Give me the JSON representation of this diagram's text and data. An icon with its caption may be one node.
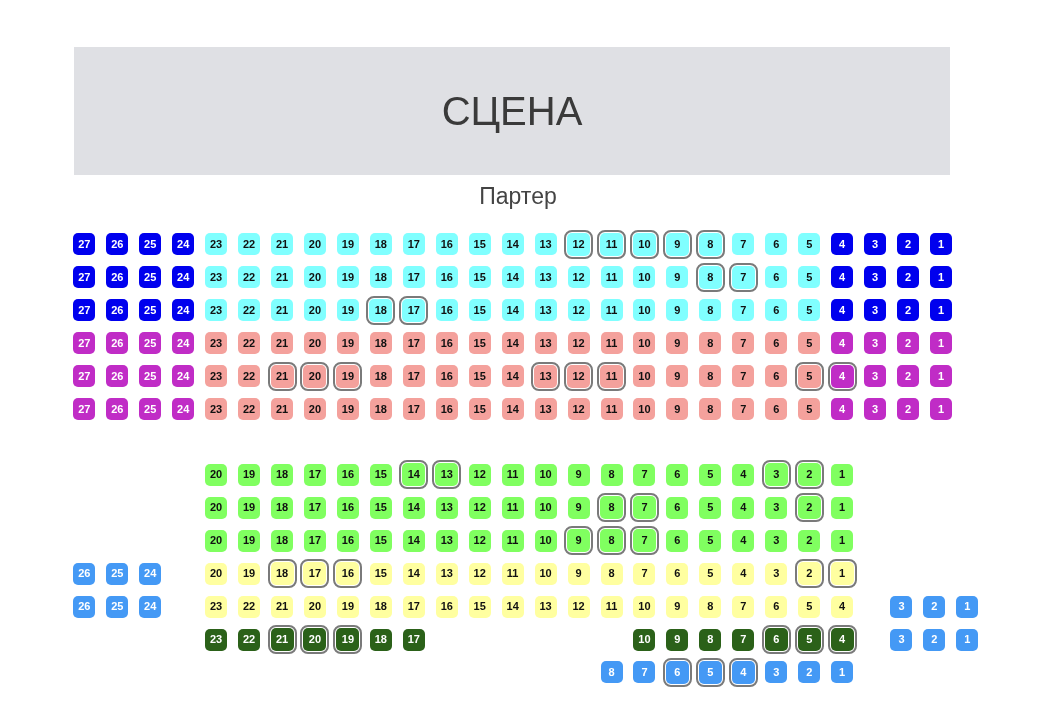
{
  "diagram": {
    "nodes": [
      {
        "text": [
          "СЦЕНА"
        ]
      },
      {
        "text": [
          "27"
        ]
      },
      {
        "text": [
          "26"
        ]
      },
      {
        "text": [
          "25"
        ]
      },
      {
        "text": [
          "24"
        ]
      },
      {
        "text": [
          "23"
        ]
      },
      {
        "text": [
          "22"
        ]
      },
      {
        "text": [
          "21"
        ]
      },
      {
        "text": [
          "20"
        ]
      },
      {
        "text": [
          "19"
        ]
      },
      {
        "text": [
          "18"
        ]
      },
      {
        "text": [
          "17"
        ]
      },
      {
        "text": [
          "16"
        ]
      },
      {
        "text": [
          "15"
        ]
      },
      {
        "text": [
          "14"
        ]
      },
      {
        "text": [
          "13"
        ]
      },
      {
        "text": [
          "12"
        ]
      },
      {
        "text": [
          "11"
        ]
      },
      {
        "text": [
          "10"
        ]
      },
      {
        "text": [
          "9"
        ]
      },
      {
        "text": [
          "8"
        ]
      },
      {
        "text": [
          "7"
        ]
      },
      {
        "text": [
          "6"
        ]
      },
      {
        "text": [
          "5"
        ]
      },
      {
        "text": [
          "4"
        ]
      },
      {
        "text": [
          "3"
        ]
      },
      {
        "text": [
          "2"
        ]
      },
      {
        "text": [
          "1"
        ]
      },
      {
        "text": [
          "27"
        ]
      },
      {
        "text": [
          "26"
        ]
      },
      {
        "text": [
          "25"
        ]
      },
      {
        "text": [
          "24"
        ]
      },
      {
        "text": [
          "23"
        ]
      },
      {
        "text": [
          "22"
        ]
      },
      {
        "text": [
          "21"
        ]
      },
      {
        "text": [
          "20"
        ]
      },
      {
        "text": [
          "19"
        ]
      },
      {
        "text": [
          "18"
        ]
      },
      {
        "text": [
          "17"
        ]
      },
      {
        "text": [
          "16"
        ]
      },
      {
        "text": [
          "15"
        ]
      },
      {
        "text": [
          "14"
        ]
      },
      {
        "text": [
          "13"
        ]
      },
      {
        "text": [
          "12"
        ]
      },
      {
        "text": [
          "11"
        ]
      },
      {
        "text": [
          "10"
        ]
      },
      {
        "text": [
          "9"
        ]
      },
      {
        "text": [
          "8"
        ]
      },
      {
        "text": [
          "7"
        ]
      },
      {
        "text": [
          "6"
        ]
      },
      {
        "text": [
          "5"
        ]
      },
      {
        "text": [
          "4"
        ]
      },
      {
        "text": [
          "3"
        ]
      },
      {
        "text": [
          "2"
        ]
      },
      {
        "text": [
          "1"
        ]
      },
      {
        "text": [
          "27"
        ]
      },
      {
        "text": [
          "26"
        ]
      },
      {
        "text": [
          "25"
        ]
      },
      {
        "text": [
          "24"
        ]
      },
      {
        "text": [
          "23"
        ]
      },
      {
        "text": [
          "22"
        ]
      },
      {
        "text": [
          "21"
        ]
      },
      {
        "text": [
          "20"
        ]
      },
      {
        "text": [
          "19"
        ]
      },
      {
        "text": [
          "18"
        ]
      },
      {
        "text": [
          "17"
        ]
      },
      {
        "text": [
          "16"
        ]
      },
      {
        "text": [
          "15"
        ]
      },
      {
        "text": [
          "14"
        ]
      },
      {
        "text": [
          "13"
        ]
      },
      {
        "text": [
          "12"
        ]
      },
      {
        "text": [
          "11"
        ]
      },
      {
        "text": [
          "10"
        ]
      },
      {
        "text": [
          "9"
        ]
      },
      {
        "text": [
          "8"
        ]
      },
      {
        "text": [
          "7"
        ]
      },
      {
        "text": [
          "6"
        ]
      },
      {
        "text": [
          "5"
        ]
      },
      {
        "text": [
          "4"
        ]
      },
      {
        "text": [
          "3"
        ]
      },
      {
        "text": [
          "2"
        ]
      },
      {
        "text": [
          "1"
        ]
      },
      {
        "text": [
          "27"
        ]
      },
      {
        "text": [
          "26"
        ]
      },
      {
        "text": [
          "25"
        ]
      },
      {
        "text": [
          "24"
        ]
      },
      {
        "text": [
          "23"
        ]
      },
      {
        "text": [
          "22"
        ]
      },
      {
        "text": [
          "21"
        ]
      },
      {
        "text": [
          "20"
        ]
      },
      {
        "text": [
          "19"
        ]
      },
      {
        "text": [
          "18"
        ]
      },
      {
        "text": [
          "17"
        ]
      },
      {
        "text": [
          "16"
        ]
      },
      {
        "text": [
          "15"
        ]
      },
      {
        "text": [
          "14"
        ]
      },
      {
        "text": [
          "13"
        ]
      },
      {
        "text": [
          "12"
        ]
      },
      {
        "text": [
          "11"
        ]
      },
      {
        "text": [
          "10"
        ]
      },
      {
        "text": [
          "9"
        ]
      },
      {
        "text": [
          "8"
        ]
      },
      {
        "text": [
          "7"
        ]
      },
      {
        "text": [
          "6"
        ]
      },
      {
        "text": [
          "5"
        ]
      },
      {
        "text": [
          "4"
        ]
      },
      {
        "text": [
          "3"
        ]
      },
      {
        "text": [
          "2"
        ]
      },
      {
        "text": [
          "1"
        ]
      },
      {
        "text": [
          "27"
        ]
      },
      {
        "text": [
          "26"
        ]
      },
      {
        "text": [
          "25"
        ]
      },
      {
        "text": [
          "24"
        ]
      },
      {
        "text": [
          "23"
        ]
      },
      {
        "text": [
          "22"
        ]
      },
      {
        "text": [
          "21"
        ]
      },
      {
        "text": [
          "20"
        ]
      },
      {
        "text": [
          "19"
        ]
      },
      {
        "text": [
          "18"
        ]
      },
      {
        "text": [
          "17"
        ]
      },
      {
        "text": [
          "16"
        ]
      },
      {
        "text": [
          "15"
        ]
      },
      {
        "text": [
          "14"
        ]
      },
      {
        "text": [
          "13"
        ]
      },
      {
        "text": [
          "12"
        ]
      },
      {
        "text": [
          "11"
        ]
      },
      {
        "text": [
          "10"
        ]
      },
      {
        "text": [
          "9"
        ]
      },
      {
        "text": [
          "8"
        ]
      },
      {
        "text": [
          "7"
        ]
      },
      {
        "text": [
          "6"
        ]
      },
      {
        "text": [
          "5"
        ]
      },
      {
        "text": [
          "4"
        ]
      },
      {
        "text": [
          "3"
        ]
      },
      {
        "text": [
          "2"
        ]
      },
      {
        "text": [
          "1"
        ]
      },
      {
        "text": [
          "27"
        ]
      },
      {
        "text": [
          "26"
        ]
      },
      {
        "text": [
          "25"
        ]
      },
      {
        "text": [
          "24"
        ]
      },
      {
        "text": [
          "23"
        ]
      },
      {
        "text": [
          "22"
        ]
      },
      {
        "text": [
          "21"
        ]
      },
      {
        "text": [
          "20"
        ]
      },
      {
        "text": [
          "19"
        ]
      },
      {
        "text": [
          "18"
        ]
      },
      {
        "text": [
          "17"
        ]
      },
      {
        "text": [
          "16"
        ]
      },
      {
        "text": [
          "15"
        ]
      },
      {
        "text": [
          "14"
        ]
      },
      {
        "text": [
          "13"
        ]
      },
      {
        "text": [
          "12"
        ]
      },
      {
        "text": [
          "11"
        ]
      },
      {
        "text": [
          "10"
        ]
      },
      {
        "text": [
          "9"
        ]
      },
      {
        "text": [
          "8"
        ]
      },
      {
        "text": [
          "7"
        ]
      },
      {
        "text": [
          "6"
        ]
      },
      {
        "text": [
          "5"
        ]
      },
      {
        "text": [
          "4"
        ]
      },
      {
        "text": [
          "3"
        ]
      },
      {
        "text": [
          "2"
        ]
      },
      {
        "text": [
          "1"
        ]
      },
      {
        "text": [
          "20"
        ]
      },
      {
        "text": [
          "19"
        ]
      },
      {
        "text": [
          "18"
        ]
      },
      {
        "text": [
          "17"
        ]
      },
      {
        "text": [
          "16"
        ]
      },
      {
        "text": [
          "15"
        ]
      },
      {
        "text": [
          "14"
        ]
      },
      {
        "text": [
          "13"
        ]
      },
      {
        "text": [
          "12"
        ]
      },
      {
        "text": [
          "11"
        ]
      },
      {
        "text": [
          "10"
        ]
      },
      {
        "text": [
          "9"
        ]
      },
      {
        "text": [
          "8"
        ]
      },
      {
        "text": [
          "7"
        ]
      },
      {
        "text": [
          "6"
        ]
      },
      {
        "text": [
          "5"
        ]
      },
      {
        "text": [
          "4"
        ]
      },
      {
        "text": [
          "3"
        ]
      },
      {
        "text": [
          "2"
        ]
      },
      {
        "text": [
          "1"
        ]
      },
      {
        "text": [
          "20"
        ]
      },
      {
        "text": [
          "19"
        ]
      },
      {
        "text": [
          "18"
        ]
      },
      {
        "text": [
          "17"
        ]
      },
      {
        "text": [
          "16"
        ]
      },
      {
        "text": [
          "15"
        ]
      },
      {
        "text": [
          "14"
        ]
      },
      {
        "text": [
          "13"
        ]
      },
      {
        "text": [
          "12"
        ]
      },
      {
        "text": [
          "11"
        ]
      },
      {
        "text": [
          "10"
        ]
      },
      {
        "text": [
          "9"
        ]
      },
      {
        "text": [
          "8"
        ]
      },
      {
        "text": [
          "7"
        ]
      },
      {
        "text": [
          "6"
        ]
      },
      {
        "text": [
          "5"
        ]
      },
      {
        "text": [
          "4"
        ]
      },
      {
        "text": [
          "3"
        ]
      },
      {
        "text": [
          "2"
        ]
      },
      {
        "text": [
          "1"
        ]
      },
      {
        "text": [
          "20"
        ]
      },
      {
        "text": [
          "19"
        ]
      },
      {
        "text": [
          "18"
        ]
      },
      {
        "text": [
          "17"
        ]
      },
      {
        "text": [
          "16"
        ]
      },
      {
        "text": [
          "15"
        ]
      },
      {
        "text": [
          "14"
        ]
      },
      {
        "text": [
          "13"
        ]
      },
      {
        "text": [
          "12"
        ]
      },
      {
        "text": [
          "11"
        ]
      },
      {
        "text": [
          "10"
        ]
      },
      {
        "text": [
          "9"
        ]
      },
      {
        "text": [
          "8"
        ]
      },
      {
        "text": [
          "7"
        ]
      },
      {
        "text": [
          "6"
        ]
      },
      {
        "text": [
          "5"
        ]
      },
      {
        "text": [
          "4"
        ]
      },
      {
        "text": [
          "3"
        ]
      },
      {
        "text": [
          "2"
        ]
      },
      {
        "text": [
          "1"
        ]
      },
      {
        "text": [
          "26"
        ]
      },
      {
        "text": [
          "25"
        ]
      },
      {
        "text": [
          "24"
        ]
      },
      {
        "text": [
          "20"
        ]
      },
      {
        "text": [
          "19"
        ]
      },
      {
        "text": [
          "18"
        ]
      },
      {
        "text": [
          "17"
        ]
      },
      {
        "text": [
          "16"
        ]
      },
      {
        "text": [
          "15"
        ]
      },
      {
        "text": [
          "14"
        ]
      },
      {
        "text": [
          "13"
        ]
      },
      {
        "text": [
          "12"
        ]
      },
      {
        "text": [
          "11"
        ]
      },
      {
        "text": [
          "10"
        ]
      },
      {
        "text": [
          "9"
        ]
      },
      {
        "text": [
          "8"
        ]
      },
      {
        "text": [
          "7"
        ]
      },
      {
        "text": [
          "6"
        ]
      },
      {
        "text": [
          "5"
        ]
      },
      {
        "text": [
          "4"
        ]
      },
      {
        "text": [
          "3"
        ]
      },
      {
        "text": [
          "2"
        ]
      },
      {
        "text": [
          "1"
        ]
      },
      {
        "text": [
          "26"
        ]
      },
      {
        "text": [
          "25"
        ]
      },
      {
        "text": [
          "24"
        ]
      },
      {
        "text": [
          "23"
        ]
      },
      {
        "text": [
          "22"
        ]
      },
      {
        "text": [
          "21"
        ]
      },
      {
        "text": [
          "20"
        ]
      },
      {
        "text": [
          "19"
        ]
      },
      {
        "text": [
          "18"
        ]
      },
      {
        "text": [
          "17"
        ]
      },
      {
        "text": [
          "16"
        ]
      },
      {
        "text": [
          "15"
        ]
      },
      {
        "text": [
          "14"
        ]
      },
      {
        "text": [
          "13"
        ]
      },
      {
        "text": [
          "12"
        ]
      },
      {
        "text": [
          "11"
        ]
      },
      {
        "text": [
          "10"
        ]
      },
      {
        "text": [
          "9"
        ]
      },
      {
        "text": [
          "8"
        ]
      },
      {
        "text": [
          "7"
        ]
      },
      {
        "text": [
          "6"
        ]
      },
      {
        "text": [
          "5"
        ]
      },
      {
        "text": [
          "4"
        ]
      },
      {
        "text": [
          "3"
        ]
      },
      {
        "text": [
          "2"
        ]
      },
      {
        "text": [
          "1"
        ]
      },
      {
        "text": [
          "23"
        ]
      },
      {
        "text": [
          "22"
        ]
      },
      {
        "text": [
          "21"
        ]
      },
      {
        "text": [
          "20"
        ]
      },
      {
        "text": [
          "19"
        ]
      },
      {
        "text": [
          "18"
        ]
      },
      {
        "text": [
          "17"
        ]
      },
      {
        "text": [
          "10"
        ]
      },
      {
        "text": [
          "9"
        ]
      },
      {
        "text": [
          "8"
        ]
      },
      {
        "text": [
          "7"
        ]
      },
      {
        "text": [
          "6"
        ]
      },
      {
        "text": [
          "5"
        ]
      },
      {
        "text": [
          "4"
        ]
      },
      {
        "text": [
          "3"
        ]
      },
      {
        "text": [
          "2"
        ]
      },
      {
        "text": [
          "1"
        ]
      },
      {
        "text": [
          "8"
        ]
      },
      {
        "text": [
          "7"
        ]
      },
      {
        "text": [
          "6"
        ]
      },
      {
        "text": [
          "5"
        ]
      },
      {
        "text": [
          "4"
        ]
      },
      {
        "text": [
          "3"
        ]
      },
      {
        "text": [
          "2"
        ]
      },
      {
        "text": [
          "1"
        ]
      }
    ],
    "labels": [
      "Партер"
    ]
  }
}
